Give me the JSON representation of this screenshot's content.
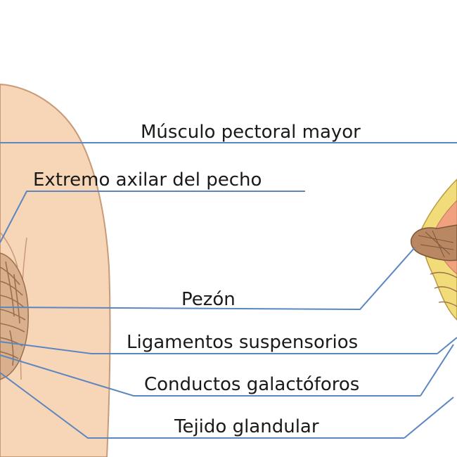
{
  "labels": {
    "pectoral": "Músculo pectoral mayor",
    "axillary": "Extremo axilar del pecho",
    "nipple": "Pezón",
    "ligaments": "Ligamentos suspensorios",
    "ducts": "Conductos galactóforos",
    "tissue": "Tejido glandular"
  },
  "colors": {
    "skin": "#f7d5b7",
    "skin_outline": "#c99a78",
    "gland": "#d9b08e",
    "gland_line": "#9c6f4c",
    "leader_line": "#5b86c0",
    "muscle_yellow": "#f2dc7a",
    "muscle_pink": "#f0a27f",
    "nipple_brown": "#b98862"
  }
}
